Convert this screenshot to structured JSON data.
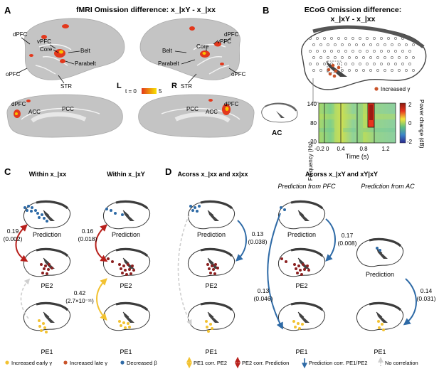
{
  "panels": {
    "A": {
      "letter": "A",
      "title": "fMRI Omission difference: x_|xY - x_|xx",
      "labels": {
        "dpfc_l": "dPFC",
        "vpfc_l": "vPFC",
        "core_l": "Core",
        "belt_l": "Belt",
        "parabelt_l": "Parabelt",
        "opfc_l": "oPFC",
        "str_l": "STR",
        "belt_r": "Belt",
        "core_r": "Core",
        "vpfc_r": "vPFC",
        "dpfc_r": "dPFC",
        "parabelt_r": "Parabelt",
        "opfc_r": "oPFC",
        "str_r": "STR",
        "dpfc_ml": "dPFC",
        "acc_ml": "ACC",
        "pcc_ml": "PCC",
        "pcc_mr": "PCC",
        "acc_mr": "ACC",
        "dpfc_mr": "dPFC"
      },
      "hemi_left": "L",
      "hemi_right": "R",
      "scale_label": "t = 0",
      "scale_max": "5"
    },
    "B": {
      "letter": "B",
      "title_line1": "ECoG Omission difference:",
      "title_line2": "x_|xY - x_|xx",
      "legend_increased": "Increased γ",
      "inset_label": "AC",
      "spectrogram": {
        "ylabel": "Frequency (Hz)",
        "xlabel": "Time (s)",
        "yticks": [
          "140",
          "80",
          "20"
        ],
        "xticks": [
          "-0.2",
          "0",
          "0.4",
          "0.8",
          "1.2"
        ],
        "colorbar_label": "Power change (dB)",
        "colorbar_ticks": [
          "2",
          "0",
          "-2"
        ]
      }
    },
    "C": {
      "letter": "C",
      "col1_title": "Within x_|xx",
      "col2_title": "Within x_|xY",
      "row_labels": [
        "Prediction",
        "PE2",
        "PE1"
      ],
      "stat1_r": "0.19",
      "stat1_p": "(0.002)",
      "stat2_r": "0.16",
      "stat2_p": "(0.018)",
      "stat3_r": "0.42",
      "stat3_p": "(2.7×10⁻¹¹)"
    },
    "D": {
      "letter": "D",
      "col1_title": "Acorss x_|xx and xx|xx",
      "col2_title": "Acorss x_|xY and xY|xY",
      "sub_pfc": "Prediction from PFC",
      "sub_ac": "Prediction from AC",
      "row_labels": [
        "Prediction",
        "PE2",
        "PE1"
      ],
      "stat_a_r": "0.13",
      "stat_a_p": "(0.038)",
      "stat_b_r": "0.17",
      "stat_b_p": "(0.008)",
      "stat_c_r": "0.13",
      "stat_c_p": "(0.046)",
      "stat_d_r": "0.14",
      "stat_d_p": "(0.031)"
    }
  },
  "legend": {
    "early_gamma": "Increased early γ",
    "late_gamma": "Increased late γ",
    "decreased_beta": "Decreased β",
    "pe1_pe2": "PE1 corr. PE2",
    "pe2_pred": "PE2 corr. Prediction",
    "pred_pe": "Prediction corr. PE1/PE2",
    "no_corr": "No correlation"
  },
  "colors": {
    "brain_gray": "#c4c4c4",
    "brain_dark": "#7a7a7a",
    "activation_red": "#e3381c",
    "activation_yellow": "#f7c400",
    "ecog_orange": "#c9532a",
    "blue": "#2e6aa6",
    "dark_red": "#8b2020",
    "yellow": "#f2c231",
    "dashed_gray": "#cccccc"
  }
}
